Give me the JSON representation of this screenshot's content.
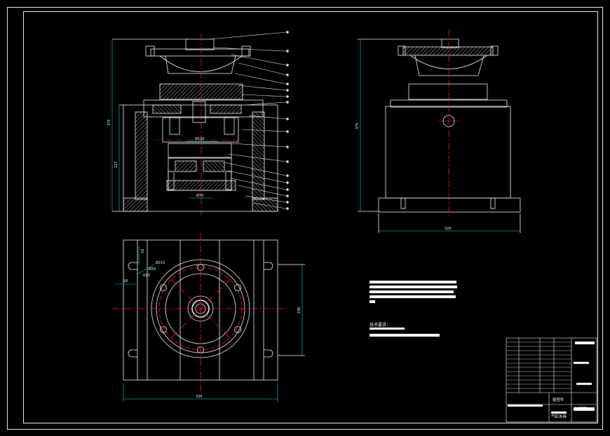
{
  "drawing": {
    "background": "#000000",
    "line_color": "#ffffff",
    "centerline_color": "#ff2020",
    "dimension_color": "#00e5e5",
    "hatch_color": "#ffffff"
  },
  "dimensions": {
    "front_overall_height": "375",
    "front_body_height": "227",
    "front_bore": "Ø70",
    "front_inner": "Ø120",
    "side_height": "375",
    "side_width": "520",
    "plan_width": "336",
    "plan_height": "195",
    "plan_bolt_circle": "Ø215",
    "plan_hole_a": "Ø25",
    "plan_hole_b": "R13",
    "plan_slot": "16",
    "plan_offset": "18"
  },
  "notes": {
    "heading": "技术要求："
  },
  "title_block": {
    "part_name": "气缸夹具",
    "drawing_title": "装配图",
    "center_label": "链签件"
  }
}
